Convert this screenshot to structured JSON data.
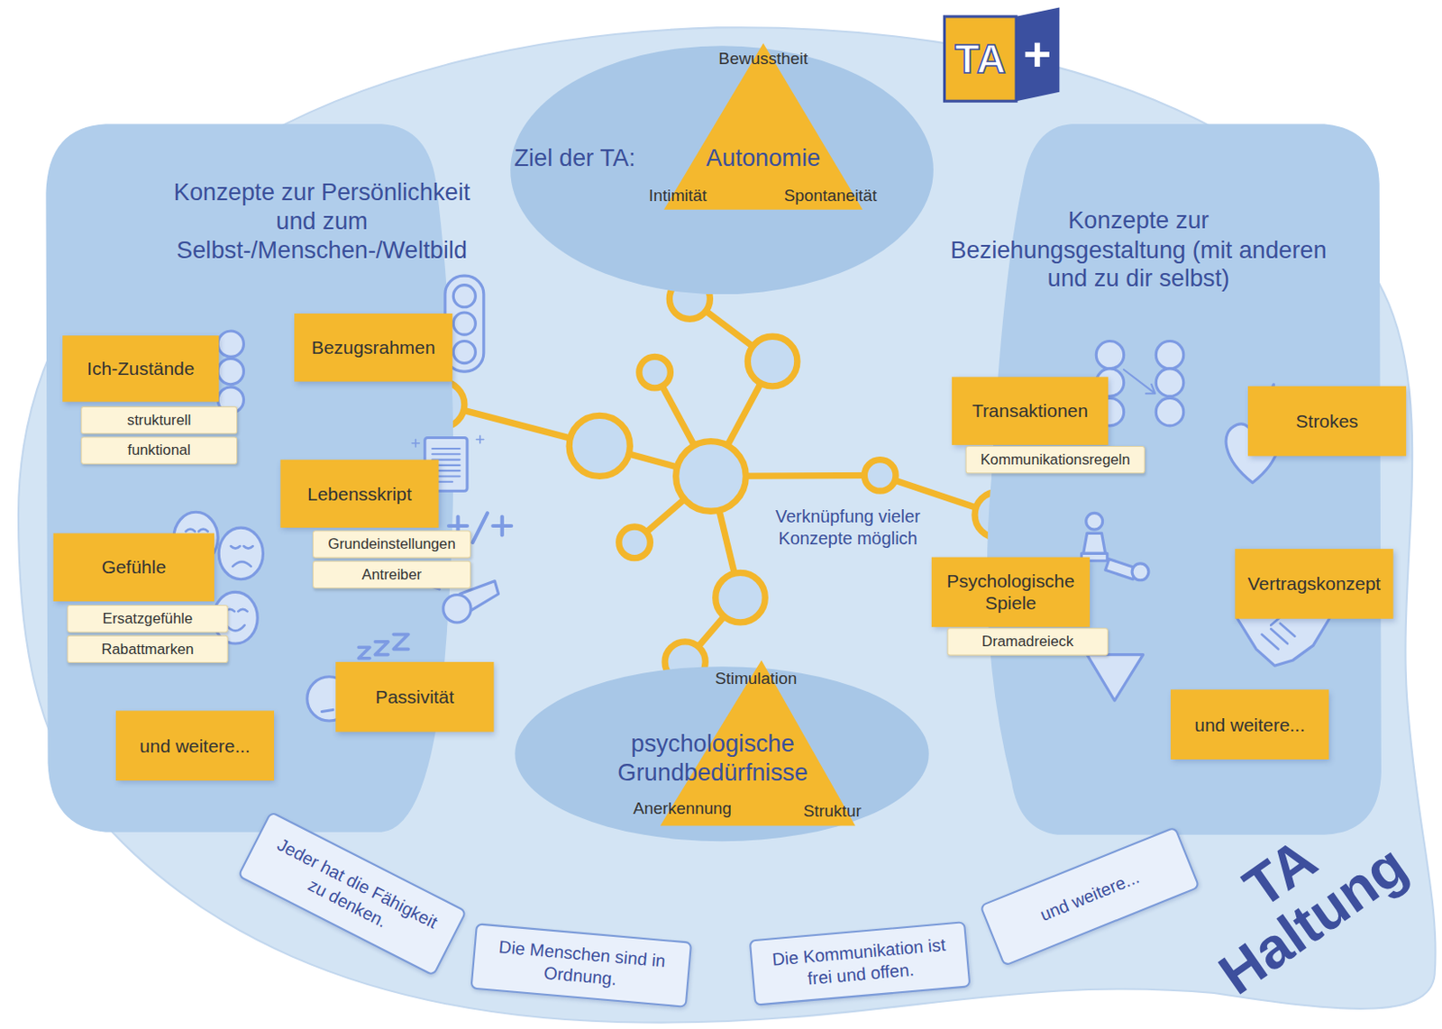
{
  "diagram": {
    "nodes": [
      {
        "text": [
          "Ziel der TA:"
        ]
      },
      {
        "text": [
          "Bewusstheit",
          "Autonomie",
          "Intimität",
          "Spontaneität"
        ],
        "in": 0
      },
      {
        "text": [
          "Konzepte zur Persönlichkeit und zum Selbst-/Menschen-/Weltbild"
        ]
      },
      {
        "text": [
          "Ich-Zustände"
        ],
        "in": 2
      },
      {
        "text": [
          "strukturell"
        ],
        "in": 2
      },
      {
        "text": [
          "funktional"
        ],
        "in": 2
      },
      {
        "text": [
          "Bezugsrahmen"
        ],
        "in": 2
      },
      {
        "text": [
          "Lebensskript"
        ],
        "in": 2
      },
      {
        "text": [
          "Grundeinstellungen"
        ],
        "in": 2
      },
      {
        "text": [
          "Antreiber"
        ],
        "in": 2
      },
      {
        "text": [
          "Gefühle"
        ],
        "in": 2
      },
      {
        "text": [
          "Ersatzgefühle"
        ],
        "in": 2
      },
      {
        "text": [
          "Rabattmarken"
        ],
        "in": 2
      },
      {
        "text": [
          "Passivität"
        ],
        "in": 2
      },
      {
        "text": [
          "und weitere..."
        ],
        "in": 2
      },
      {
        "text": [
          "Konzepte zur Beziehungsgestaltung (mit anderen und zu dir selbst)"
        ]
      },
      {
        "text": [
          "Transaktionen"
        ],
        "in": 15
      },
      {
        "text": [
          "Kommunikationsregeln"
        ],
        "in": 15
      },
      {
        "text": [
          "Strokes"
        ],
        "in": 15
      },
      {
        "text": [
          "Psychologische Spiele"
        ],
        "in": 15
      },
      {
        "text": [
          "Dramadreieck"
        ],
        "in": 15
      },
      {
        "text": [
          "Vertragskonzept"
        ],
        "in": 15
      },
      {
        "text": [
          "und weitere..."
        ],
        "in": 15
      },
      {
        "text": [
          "Stimulation",
          "psychologische Grundbedürfnisse",
          "Anerkennung",
          "Struktur"
        ]
      },
      {
        "text": [
          "Jeder hat die Fähigkeit zu denken."
        ]
      },
      {
        "text": [
          "Die Menschen sind in Ordnung."
        ]
      },
      {
        "text": [
          "Die Kommunikation ist frei und offen."
        ]
      },
      {
        "text": [
          "und weitere..."
        ]
      }
    ],
    "labels": [
      "TA",
      "+",
      "Verknüpfung vieler Konzepte möglich",
      "TA Haltung"
    ]
  }
}
